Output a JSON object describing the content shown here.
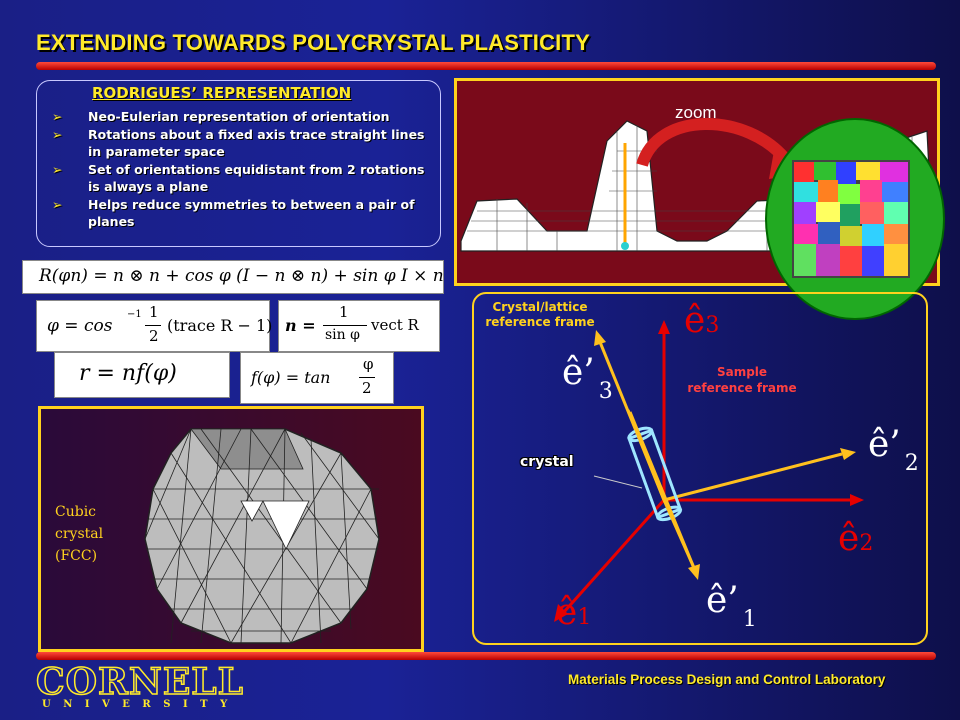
{
  "title": "EXTENDING TOWARDS POLYCRYSTAL PLASTICITY",
  "rodrigues": {
    "heading": "RODRIGUES’ REPRESENTATION",
    "bullets": [
      "Neo-Eulerian representation of orientation",
      "Rotations about a fixed axis trace straight lines in parameter space",
      "Set of orientations equidistant from 2 rotations is always a plane",
      "Helps reduce symmetries to between a pair of planes"
    ]
  },
  "equations": {
    "rotation": "R(φn) = n ⊗ n + cos φ (I − n ⊗ n) + sin φ I × n",
    "angle_lhs": "φ = cos",
    "angle_exp": "−1",
    "angle_frac_num": "1",
    "angle_frac_den": "2",
    "angle_rhs": "(trace R − 1)",
    "axis_lhs": "n =",
    "axis_num": "1",
    "axis_den": "sin φ",
    "axis_rhs": "vect R",
    "rodrigues_vec": "r = nf(φ)",
    "f_lhs": "f(φ) = tan",
    "f_num": "φ",
    "f_den": "2"
  },
  "mesh_panel": {
    "label_line1": "Cubic",
    "label_line2": "crystal",
    "label_line3": "(FCC)"
  },
  "zoom_panel": {
    "zoom_label": "zoom"
  },
  "frame_panel": {
    "crystal_frame_line1": "Crystal/lattice",
    "crystal_frame_line2": "reference frame",
    "sample_frame_line1": "Sample",
    "sample_frame_line2": "reference frame",
    "crystal_label": "crystal",
    "e1": "ê",
    "e1_sub": "1",
    "e2": "ê",
    "e2_sub": "2",
    "e3": "ê",
    "e3_sub": "3",
    "ep1": "ê’",
    "ep1_sub": "1",
    "ep2": "ê’",
    "ep2_sub": "2",
    "ep3": "ê’",
    "ep3_sub": "3"
  },
  "footer": {
    "lab": "Materials Process Design and Control Laboratory",
    "logo_main": "CORNELL",
    "logo_sub": "UNIVERSITY"
  },
  "colors": {
    "title": "#ffea2a",
    "accent_red": "#e60000",
    "frame_yellow": "#ffd21e",
    "bg": "#1a2296"
  }
}
